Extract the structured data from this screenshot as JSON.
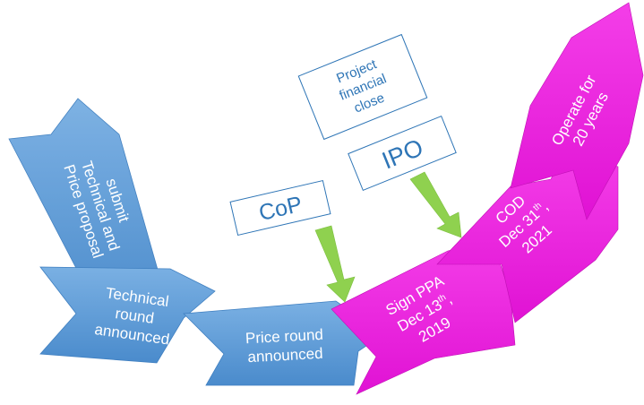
{
  "diagram": {
    "steps": {
      "submit": [
        "submit",
        "Technical and",
        "Price proposal"
      ],
      "technical_round": [
        "Technical",
        "round",
        "announced"
      ],
      "price_round": [
        "Price round",
        "announced"
      ],
      "sign_ppa": [
        "Sign PPA",
        "Dec 13",
        "th",
        ",",
        "2019"
      ],
      "cod": [
        "COD",
        "Dec 31",
        "th",
        ",",
        "2021"
      ],
      "operate": [
        "Operate for",
        "20 years"
      ]
    },
    "boxes": {
      "cop": "CoP",
      "ipo": "IPO",
      "financial_close": [
        "Project",
        "financial",
        "close"
      ]
    },
    "colors": {
      "blue_step": "#5b9bd5",
      "magenta_step": "#ee1de0",
      "green_arrow": "#8fd14f",
      "box_border": "#2e75b6",
      "box_text": "#2e75b6",
      "step_text": "#ffffff"
    }
  }
}
